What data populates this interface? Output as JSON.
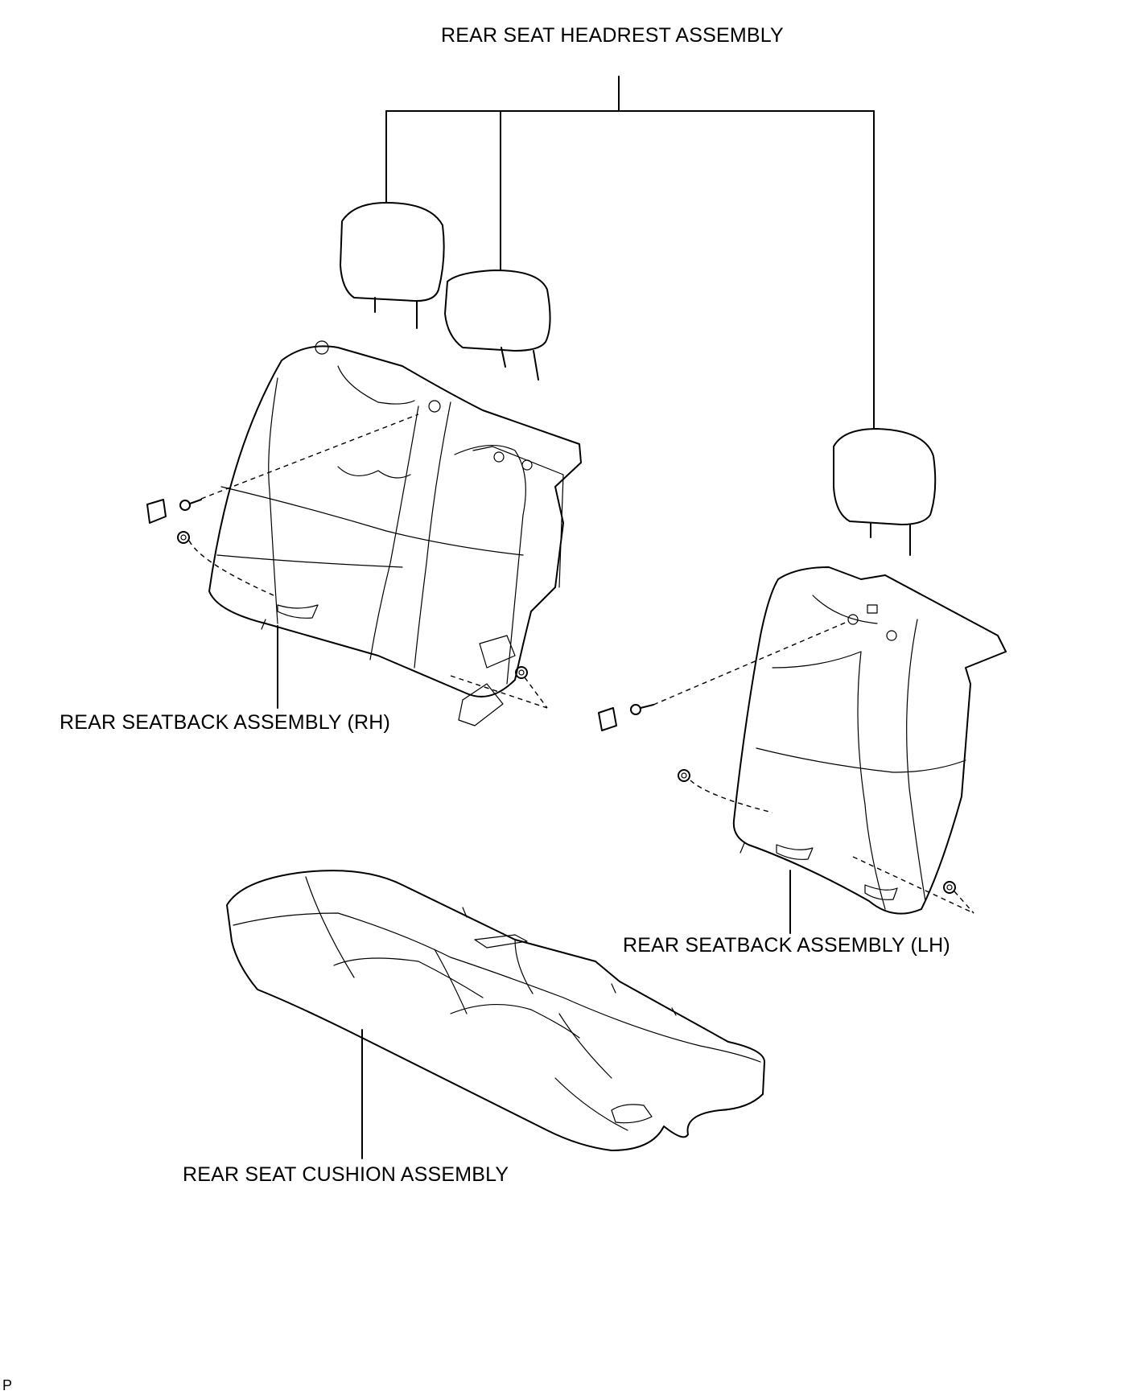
{
  "labels": {
    "headrest": "REAR SEAT HEADREST ASSEMBLY",
    "seatback_rh": "REAR SEATBACK ASSEMBLY (RH)",
    "seatback_lh": "REAR SEATBACK ASSEMBLY (LH)",
    "cushion": "REAR SEAT CUSHION ASSEMBLY",
    "footer": "P"
  }
}
